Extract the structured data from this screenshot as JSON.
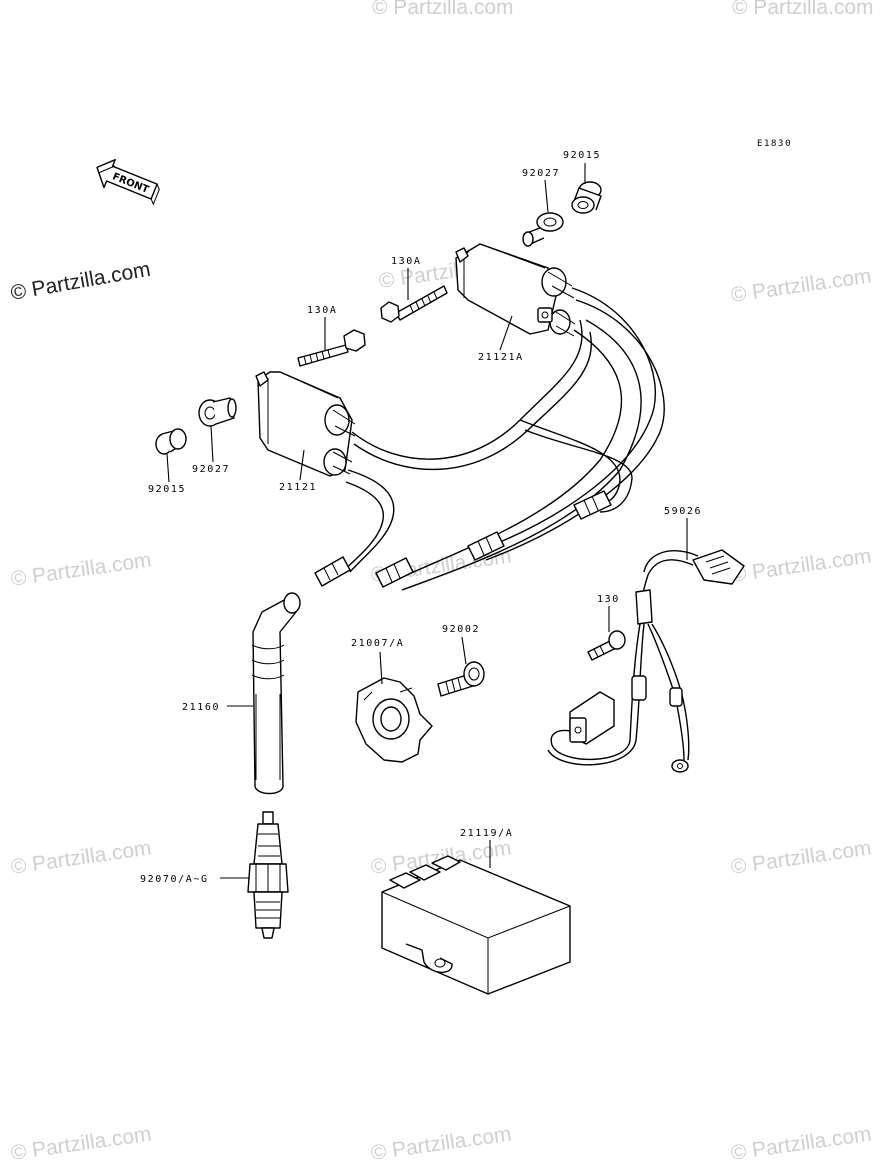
{
  "diagram": {
    "ref_code": "E1830",
    "front_label": "FRONT",
    "copyright_main": "© Partzilla.com",
    "watermark_text": "© Partzilla.com",
    "labels": {
      "p92015_top": "92015",
      "p92027_top": "92027",
      "p130A_top": "130A",
      "p130A_left": "130A",
      "p21121A": "21121A",
      "p92027_left": "92027",
      "p92015_left": "92015",
      "p21121": "21121",
      "p59026": "59026",
      "p130": "130",
      "p21007A": "21007/A",
      "p92002": "92002",
      "p21160": "21160",
      "p21119A": "21119/A",
      "p92070": "92070/A~G"
    }
  }
}
